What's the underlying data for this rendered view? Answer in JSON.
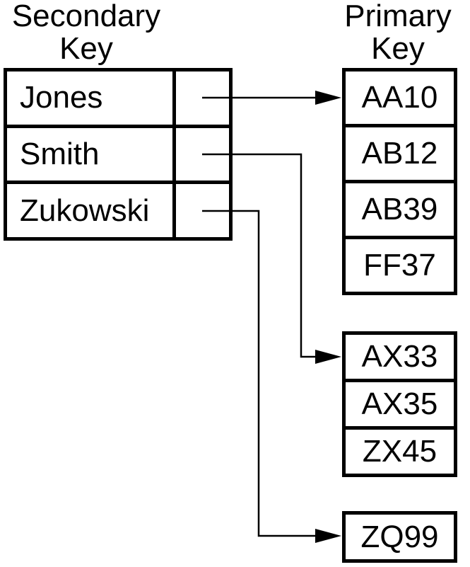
{
  "titles": {
    "secondary": {
      "line1": "Secondary",
      "line2": "Key"
    },
    "primary": {
      "line1": "Primary",
      "line2": "Key"
    }
  },
  "secondary_table": {
    "rows": [
      {
        "label": "Jones"
      },
      {
        "label": "Smith"
      },
      {
        "label": "Zukowski"
      }
    ]
  },
  "primary_blocks": [
    {
      "cells": [
        "AA10",
        "AB12",
        "AB39",
        "FF37"
      ]
    },
    {
      "cells": [
        "AX33",
        "AX35",
        "ZX45"
      ]
    },
    {
      "cells": [
        "ZQ99"
      ]
    }
  ],
  "arrows": [
    {
      "from": "Jones",
      "to": "AA10"
    },
    {
      "from": "Smith",
      "to": "AX33"
    },
    {
      "from": "Zukowski",
      "to": "ZQ99"
    }
  ],
  "colors": {
    "ink": "#000000",
    "background": "#ffffff"
  }
}
